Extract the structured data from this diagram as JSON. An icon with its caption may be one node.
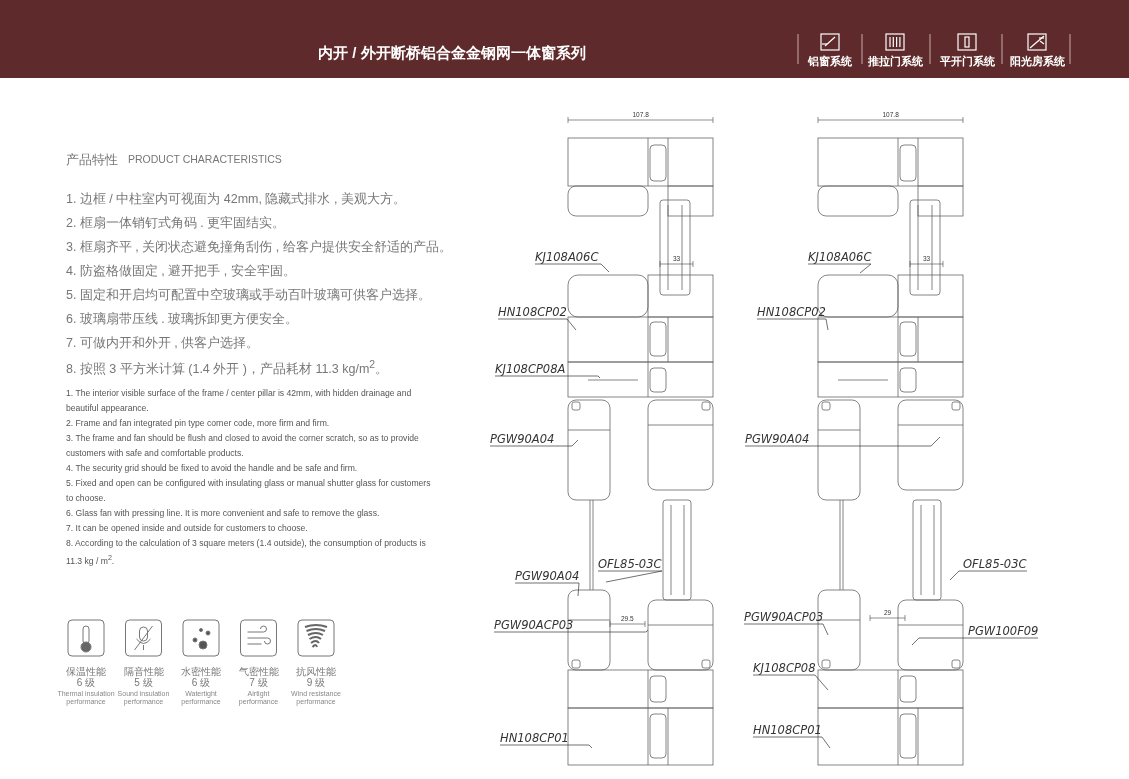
{
  "diagram": {
    "title": "内开 / 外开断桥铝合金金钢网一体窗系列",
    "nodes": [
      {
        "text": [
          "KJ108A06C"
        ]
      },
      {
        "text": [
          "HN108CP02"
        ]
      },
      {
        "text": [
          "KJ108CP08A"
        ]
      },
      {
        "text": [
          "PGW90A04"
        ]
      },
      {
        "text": [
          "PGW90A04"
        ]
      },
      {
        "text": [
          "OFL85-03C"
        ]
      },
      {
        "text": [
          "PGW90ACP03"
        ]
      },
      {
        "text": [
          "HN108CP01"
        ]
      },
      {
        "text": [
          "KJ108A06C"
        ]
      },
      {
        "text": [
          "HN108CP02"
        ]
      },
      {
        "text": [
          "PGW90A04"
        ]
      },
      {
        "text": [
          "OFL85-03C"
        ]
      },
      {
        "text": [
          "PGW90ACP03"
        ]
      },
      {
        "text": [
          "PGW100F09"
        ]
      },
      {
        "text": [
          "KJ108CP08"
        ]
      },
      {
        "text": [
          "HN108CP01"
        ]
      }
    ],
    "edges": [
      {
        "from": 0,
        "to": null,
        "arrow": "none"
      },
      {
        "from": 1,
        "to": null,
        "arrow": "none"
      },
      {
        "from": 2,
        "to": null,
        "arrow": "none"
      },
      {
        "from": 3,
        "to": null,
        "arrow": "none"
      },
      {
        "from": 4,
        "to": null,
        "arrow": "none"
      },
      {
        "from": 5,
        "to": null,
        "arrow": "none"
      },
      {
        "from": 6,
        "to": null,
        "arrow": "none"
      },
      {
        "from": 7,
        "to": null,
        "arrow": "none"
      },
      {
        "from": 8,
        "to": null,
        "arrow": "none"
      },
      {
        "from": 9,
        "to": null,
        "arrow": "none"
      },
      {
        "from": 10,
        "to": null,
        "arrow": "none"
      },
      {
        "from": 11,
        "to": null,
        "arrow": "none"
      },
      {
        "from": 12,
        "to": null,
        "arrow": "none"
      },
      {
        "from": 13,
        "to": null,
        "arrow": "none"
      },
      {
        "from": 14,
        "to": null,
        "arrow": "none"
      },
      {
        "from": 15,
        "to": null,
        "arrow": "none"
      }
    ],
    "labels": [
      "铝窗系统",
      "推拉门系统",
      "平开门系统",
      "阳光房系统",
      "产品特性",
      "PRODUCT CHARACTERISTICS",
      "1. 边框 / 中柱室内可视面为 42mm, 隐藏式排水 , 美观大方。",
      "2. 框扇一体销钉式角码 . 更牢固结实。",
      "3. 框扇齐平 , 关闭状态避免撞角刮伤 , 给客户提供安全舒适的产品。",
      "4. 防盗格做固定 , 避开把手 , 安全牢固。",
      "5. 固定和开启均可配置中空玻璃或手动百叶玻璃可供客户选择。",
      "6. 玻璃扇带压线 . 玻璃拆卸更方便安全。",
      "7. 可做内开和外开 , 供客户选择。",
      "8. 按照 3 平方米计算 (1.4 外开 )，产品耗材 11.3 kg/m$^{2}$。",
      "1. The interior visible surface of the frame / center pillar is 42mm, with hidden drainage and beautiful appearance.",
      "2. Frame and fan integrated pin type corner code, more firm and firm.",
      "3. The frame and fan should be flush and closed to avoid the corner scratch, so as to provide customers with safe and comfortable products.",
      "4. The security grid should be fixed to avoid the handle and be safe and firm.",
      "5. Fixed and open can be configured with insulating glass or manual shutter glass for customers to choose.",
      "6. Glass fan with pressing line. It is more convenient and safe to remove the glass.",
      "7. It can be opened inside and outside for customers to choose.",
      "8. According to the calculation of 3 square meters (1.4 outside), the consumption of products is 11.3 kg / m$^{2}$.",
      "保温性能",
      "6 级",
      "Thermal insulation performance",
      "隔音性能",
      "5 级",
      "Sound insulation performance",
      "水密性能",
      "6 级",
      "Watertight performance",
      "气密性能",
      "7 级",
      "Airtight performance",
      "抗风性能",
      "9 级",
      "Wind resistance performance",
      "107.8",
      "33",
      "29.5",
      "107.8",
      "33",
      "29"
    ]
  }
}
